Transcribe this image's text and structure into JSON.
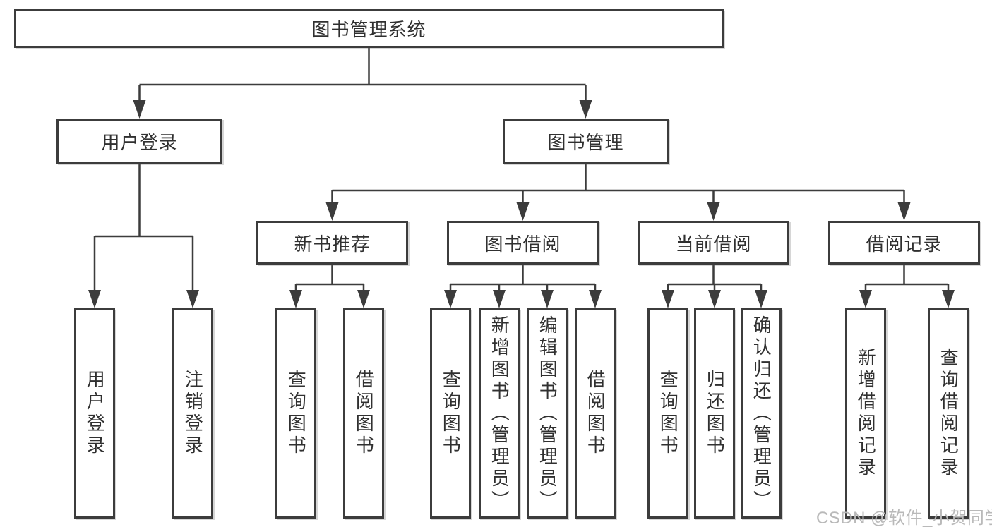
{
  "diagram": {
    "root": {
      "label": "图书管理系统"
    },
    "level2": [
      {
        "id": "user-login",
        "label": "用户登录"
      },
      {
        "id": "book-management",
        "label": "图书管理"
      }
    ],
    "level3": [
      {
        "id": "new-book-recommend",
        "label": "新书推荐"
      },
      {
        "id": "book-borrow",
        "label": "图书借阅"
      },
      {
        "id": "current-borrow",
        "label": "当前借阅"
      },
      {
        "id": "borrow-records",
        "label": "借阅记录"
      }
    ],
    "leaves": {
      "user_login": [
        "用户登录",
        "注销登录"
      ],
      "new_book_recommend": [
        "查询图书",
        "借阅图书"
      ],
      "book_borrow": [
        "查询图书",
        "新增图书（管理员）",
        "编辑图书（管理员）",
        "借阅图书"
      ],
      "current_borrow": [
        "查询图书",
        "归还图书",
        "确认归还（管理员）"
      ],
      "borrow_records": [
        "新增借阅记录",
        "查询借阅记录"
      ]
    }
  },
  "watermark": {
    "text": "CSDN @软件_小贺同学",
    "color": "#b9b9b9"
  },
  "colors": {
    "line": "#3c3c3c",
    "text": "#303030",
    "background": "#ffffff"
  }
}
